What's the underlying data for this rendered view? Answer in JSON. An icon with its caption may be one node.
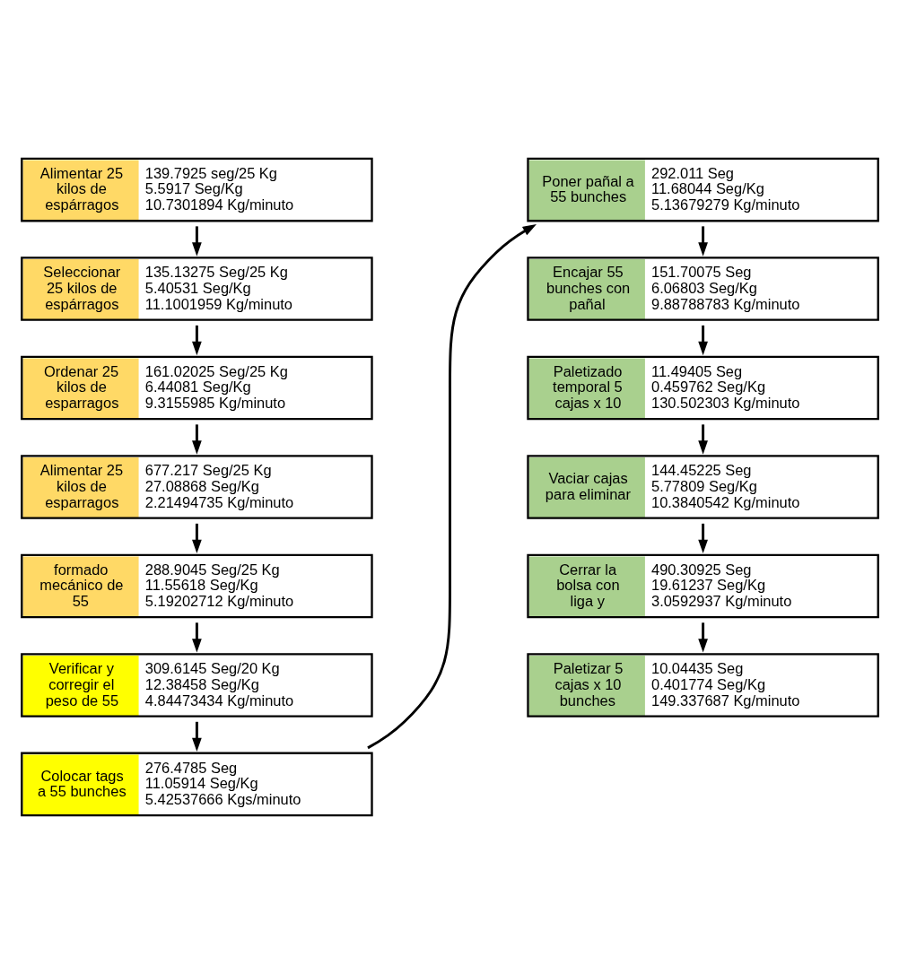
{
  "diagram": {
    "nodes": [
      {
        "text": [
          "Alimentar 25 kilos de espárragos",
          "139.7925 seg/25 Kg",
          "5.5917 Seg/Kg",
          "10.7301894 Kg/minuto"
        ]
      },
      {
        "text": [
          "Seleccionar 25 kilos de espárragos",
          "135.13275 Seg/25 Kg",
          "5.40531 Seg/Kg",
          "11.1001959 Kg/minuto"
        ]
      },
      {
        "text": [
          "Ordenar 25 kilos de esparragos",
          "161.02025 Seg/25 Kg",
          "6.44081 Seg/Kg",
          "9.3155985 Kg/minuto"
        ]
      },
      {
        "text": [
          "Alimentar 25 kilos de esparragos",
          "677.217 Seg/25 Kg",
          "27.08868 Seg/Kg",
          "2.21494735 Kg/minuto"
        ]
      },
      {
        "text": [
          "formado mecánico de 55",
          "288.9045 Seg/25 Kg",
          "11.55618 Seg/Kg",
          "5.19202712 Kg/minuto"
        ]
      },
      {
        "text": [
          "Verificar y corregir el peso de 55",
          "309.6145 Seg/20 Kg",
          "12.38458 Seg/Kg",
          "4.84473434 Kg/minuto"
        ]
      },
      {
        "text": [
          "Colocar tags a 55 bunches",
          "276.4785 Seg",
          "11.05914 Seg/Kg",
          "5.42537666 Kgs/minuto"
        ]
      },
      {
        "text": [
          "Poner pañal a 55 bunches",
          "292.011 Seg",
          "11.68044 Seg/Kg",
          "5.13679279 Kg/minuto"
        ]
      },
      {
        "text": [
          "Encajar 55 bunches con pañal",
          "151.70075 Seg",
          "6.06803 Seg/Kg",
          "9.88788783 Kg/minuto"
        ]
      },
      {
        "text": [
          "Paletizado temporal 5 cajas x 10",
          "11.49405 Seg",
          "0.459762 Seg/Kg",
          "130.502303 Kg/minuto"
        ]
      },
      {
        "text": [
          "Vaciar cajas para eliminar",
          "144.45225 Seg",
          "5.77809 Seg/Kg",
          "10.3840542 Kg/minuto"
        ]
      },
      {
        "text": [
          "Cerrar la bolsa con liga y",
          "490.30925 Seg",
          "19.61237 Seg/Kg",
          "3.0592937 Kg/minuto"
        ]
      },
      {
        "text": [
          "Paletizar 5 cajas x 10 bunches",
          "10.04435 Seg",
          "0.401774 Seg/Kg",
          "149.337687 Kg/minuto"
        ]
      }
    ],
    "edges": [
      {
        "from": 0,
        "to": 1,
        "arrow": "to"
      },
      {
        "from": 1,
        "to": 2,
        "arrow": "to"
      },
      {
        "from": 2,
        "to": 3,
        "arrow": "to"
      },
      {
        "from": 3,
        "to": 4,
        "arrow": "to"
      },
      {
        "from": 4,
        "to": 5,
        "arrow": "to"
      },
      {
        "from": 5,
        "to": 6,
        "arrow": "to"
      },
      {
        "from": 6,
        "to": 7,
        "arrow": "to"
      },
      {
        "from": 7,
        "to": 8,
        "arrow": "to"
      },
      {
        "from": 8,
        "to": 9,
        "arrow": "to"
      },
      {
        "from": 9,
        "to": 10,
        "arrow": "to"
      },
      {
        "from": 10,
        "to": 11,
        "arrow": "to"
      },
      {
        "from": 11,
        "to": 12,
        "arrow": "to"
      }
    ]
  }
}
